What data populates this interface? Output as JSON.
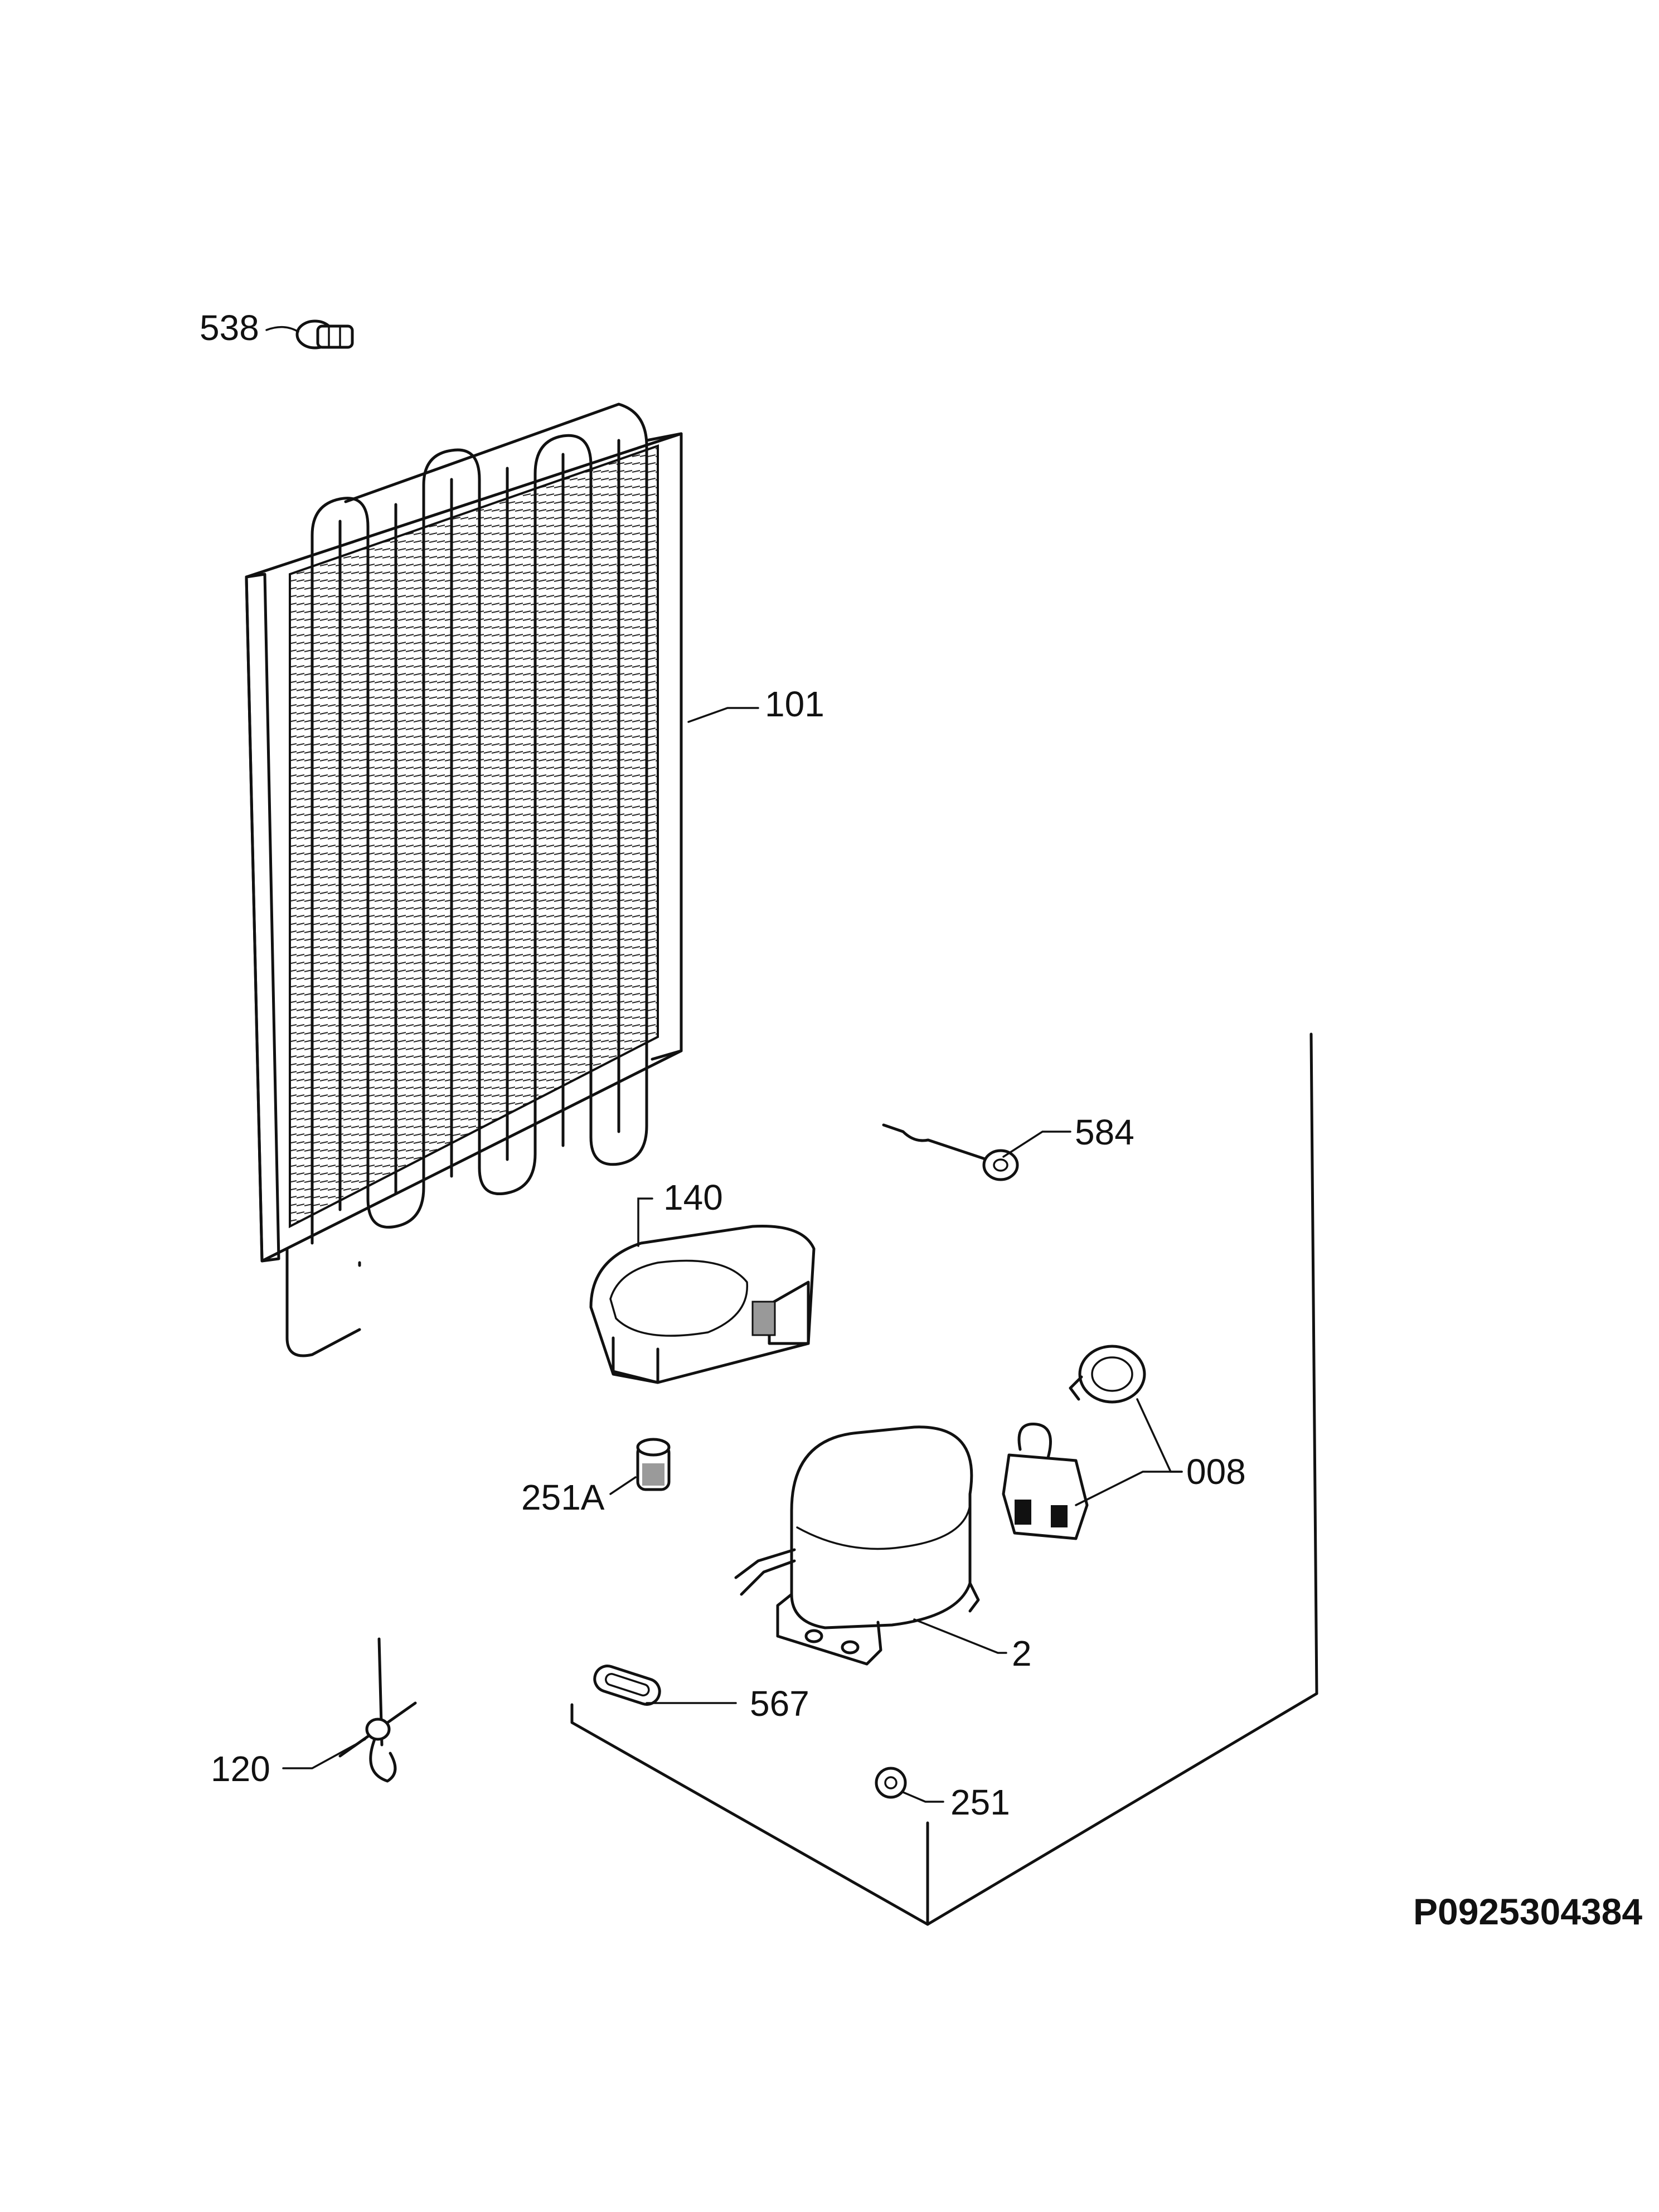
{
  "diagram": {
    "document_code": "P0925304384",
    "labels": {
      "p538": "538",
      "p101": "101",
      "p584": "584",
      "p140": "140",
      "p008": "008",
      "p251a": "251A",
      "p2": "2",
      "p567": "567",
      "p120": "120",
      "p251": "251"
    }
  }
}
